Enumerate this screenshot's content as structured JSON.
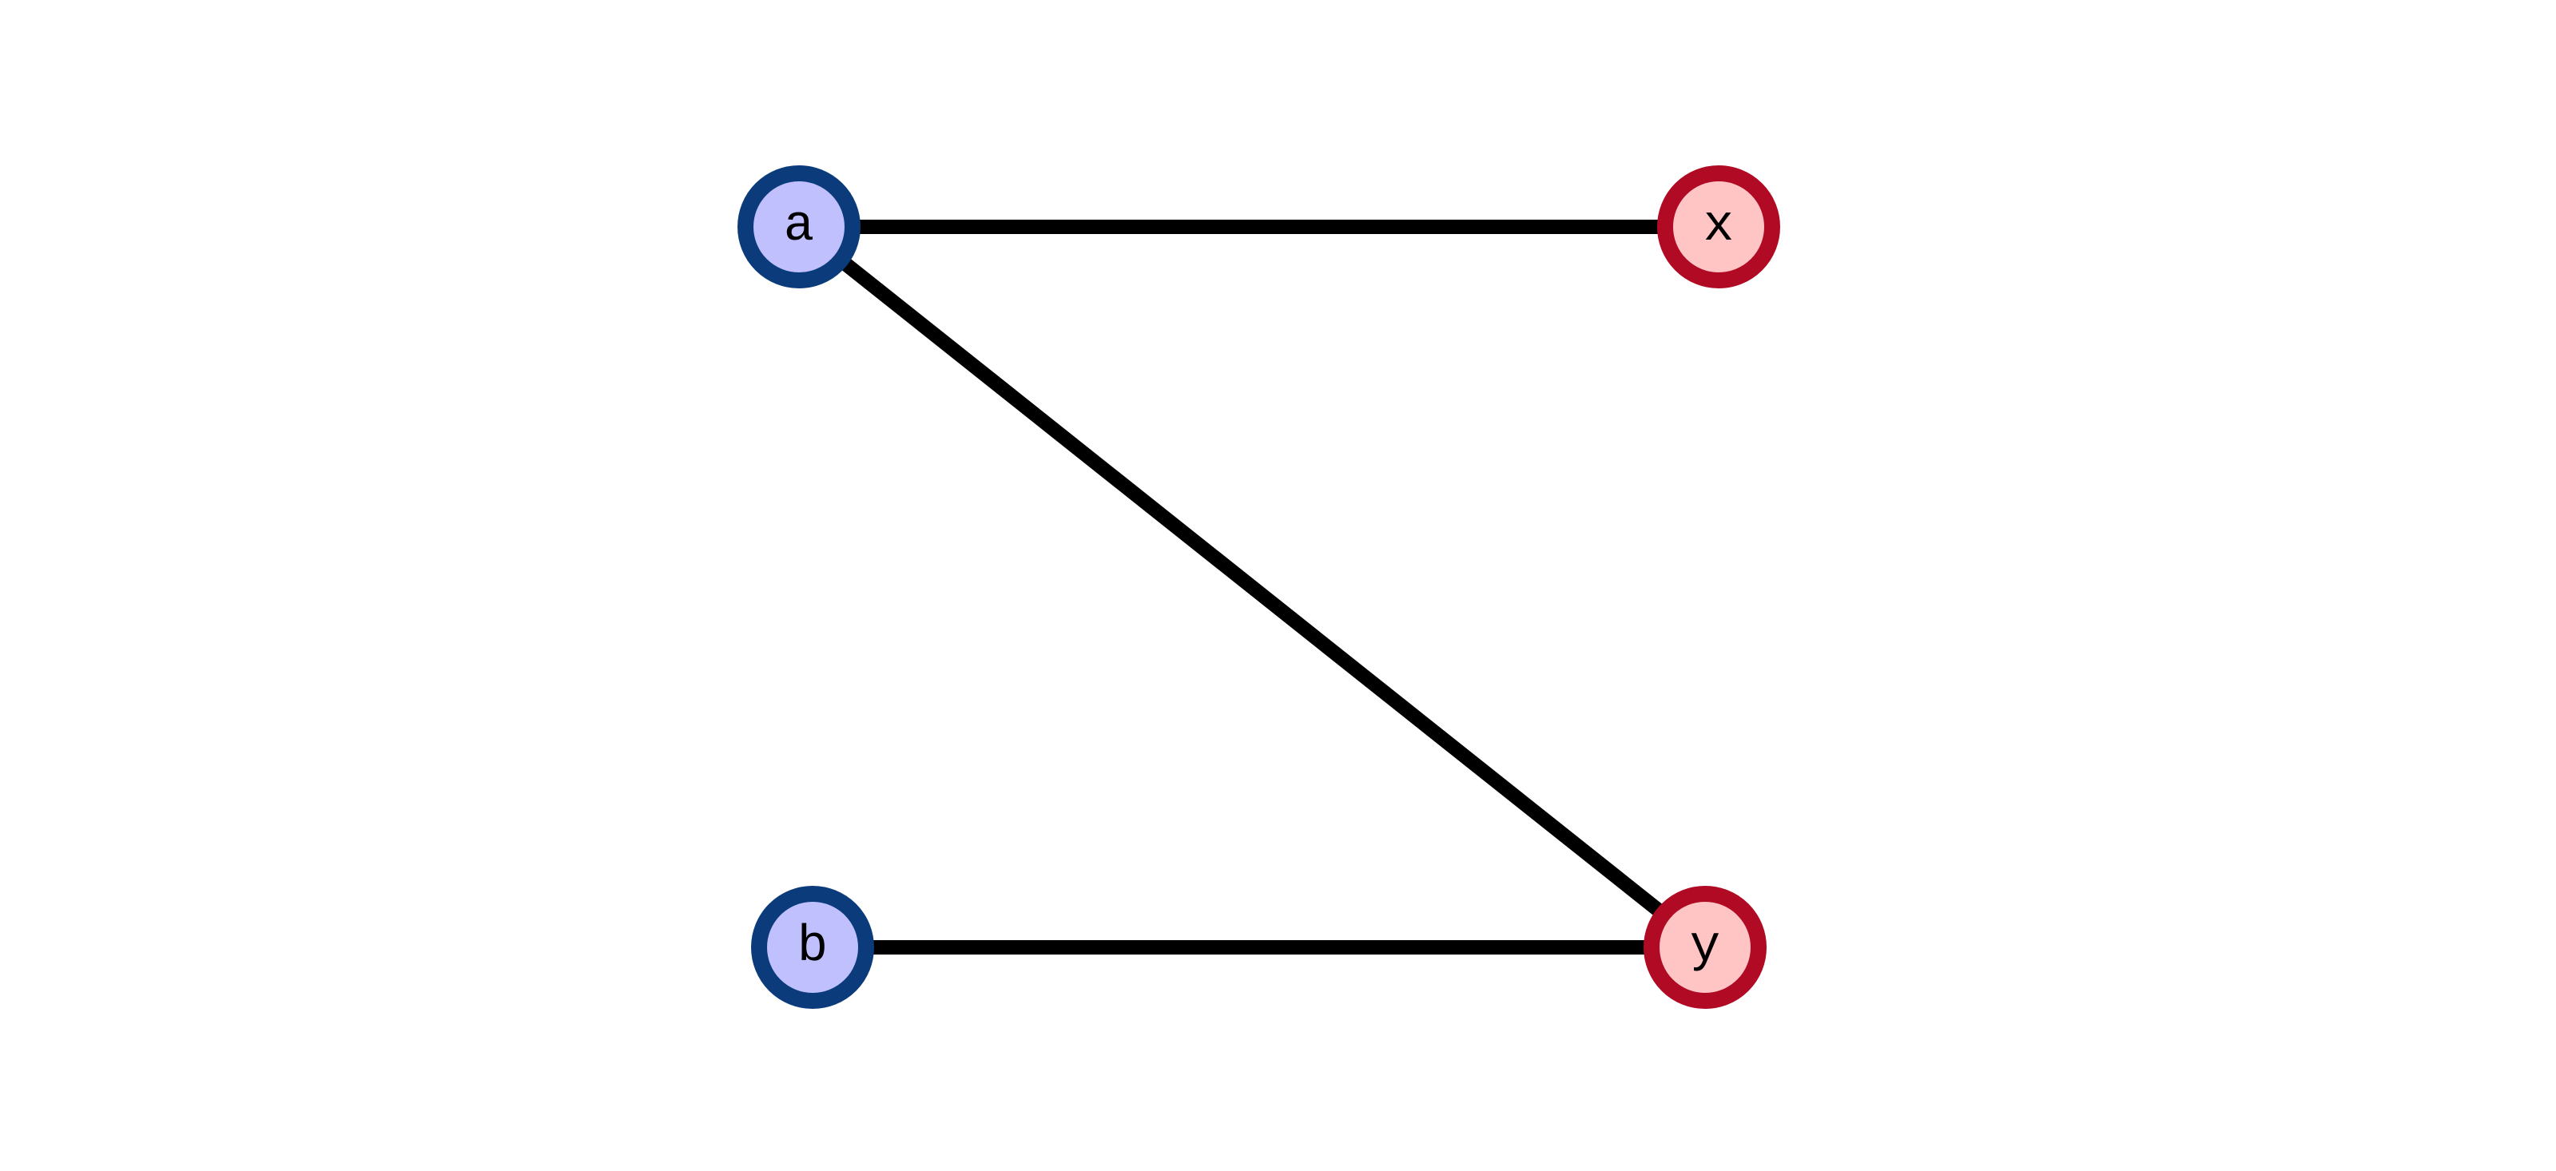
{
  "diagram": {
    "colors": {
      "edge": "#000000",
      "blue_fill": "#c0c0ff",
      "blue_stroke": "#0b3b7a",
      "red_fill": "#ffc4c4",
      "red_stroke": "#b00a24"
    },
    "nodes": [
      {
        "id": "a",
        "label": "a",
        "group": "blue"
      },
      {
        "id": "b",
        "label": "b",
        "group": "blue"
      },
      {
        "id": "x",
        "label": "x",
        "group": "red"
      },
      {
        "id": "y",
        "label": "y",
        "group": "red"
      }
    ],
    "edges": [
      {
        "from": "a",
        "to": "x"
      },
      {
        "from": "a",
        "to": "y"
      },
      {
        "from": "b",
        "to": "y"
      }
    ]
  }
}
